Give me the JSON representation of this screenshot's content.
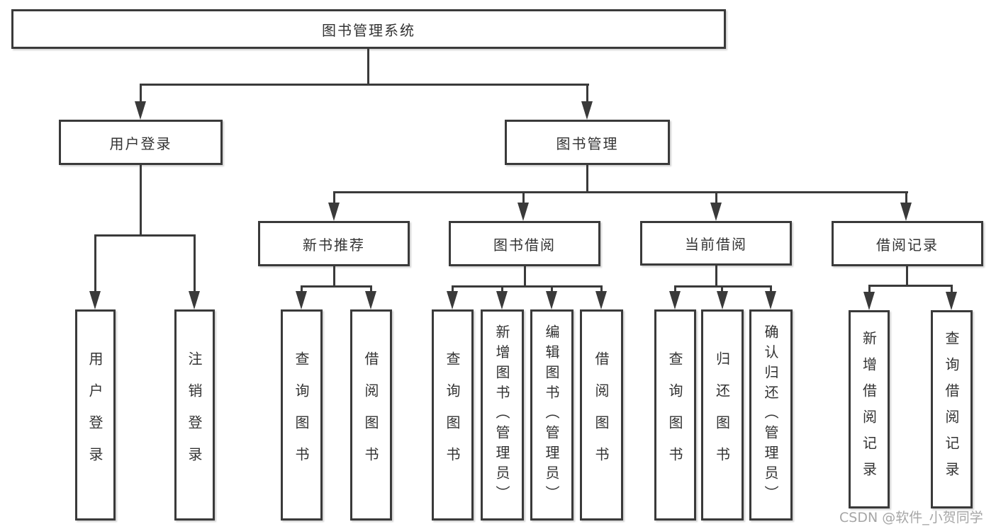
{
  "nodes": {
    "root": "图书管理系统",
    "level2": {
      "user_login": "用户登录",
      "book_mgmt": "图书管理"
    },
    "level3": {
      "new_book_rec": "新书推荐",
      "book_borrow": "图书借阅",
      "current_borrow": "当前借阅",
      "borrow_records": "借阅记录"
    },
    "leaves": {
      "user_login": [
        "用户登录",
        "注销登录"
      ],
      "new_book_rec": [
        "查询图书",
        "借阅图书"
      ],
      "book_borrow": [
        "查询图书",
        "新增图书（管理员）",
        "编辑图书（管理员）",
        "借阅图书"
      ],
      "current_borrow": [
        "查询图书",
        "归还图书",
        "确认归还（管理员）"
      ],
      "borrow_records": [
        "新增借阅记录",
        "查询借阅记录"
      ]
    }
  },
  "colors": {
    "line": "#3a3a3a",
    "text": "#333333",
    "background": "#ffffff",
    "watermark": "#a6a6a6"
  },
  "watermark": "CSDN @软件_小贺同学"
}
